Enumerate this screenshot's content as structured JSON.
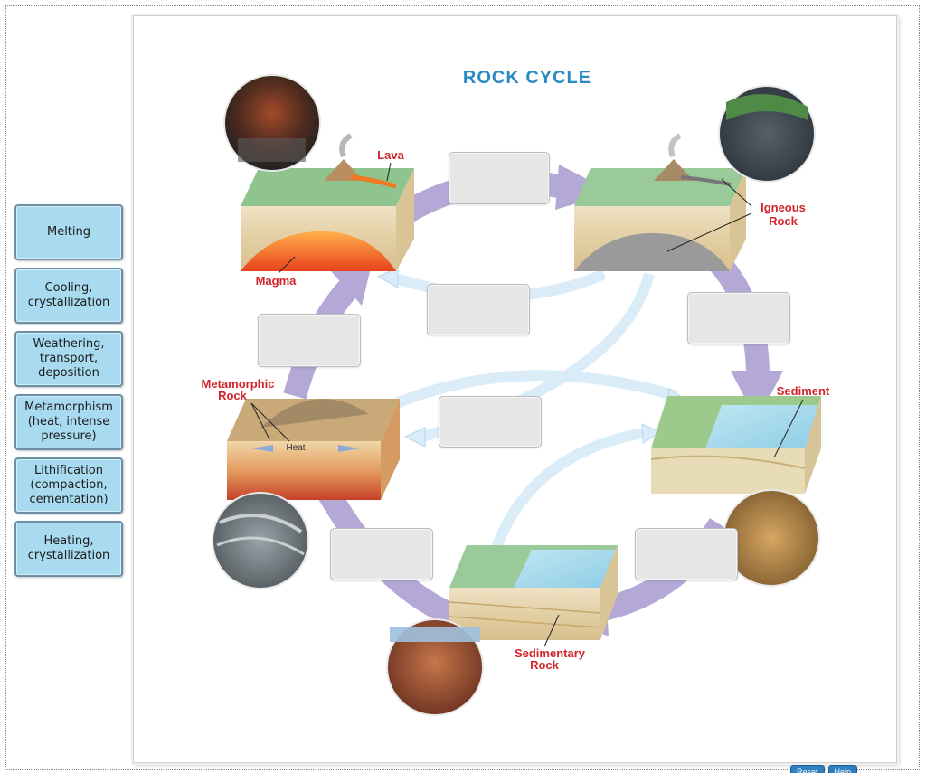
{
  "palette": {
    "items": [
      {
        "label": "Melting"
      },
      {
        "label": "Cooling,\ncrystallization"
      },
      {
        "label": "Weathering,\ntransport,\ndeposition"
      },
      {
        "label": "Metamorphism\n(heat, intense\npressure)"
      },
      {
        "label": "Lithification\n(compaction,\ncementation)"
      },
      {
        "label": "Heating,\ncrystallization"
      }
    ]
  },
  "diagram": {
    "title": "ROCK CYCLE",
    "labels": {
      "lava": "Lava",
      "magma": "Magma",
      "igneous_line1": "Igneous",
      "igneous_line2": "Rock",
      "sediment": "Sediment",
      "metamorphic_line1": "Metamorphic",
      "metamorphic_line2": "Rock",
      "heat": "Heat",
      "sedimentary_line1": "Sedimentary",
      "sedimentary_line2": "Rock"
    },
    "colors": {
      "title": "#2a8ac4",
      "label_red": "#d2232a",
      "big_arrow": "#b3a8d6",
      "small_arrow": "#d9ecf8"
    }
  },
  "buttons": {
    "reset": "Reset",
    "help": "Help"
  }
}
